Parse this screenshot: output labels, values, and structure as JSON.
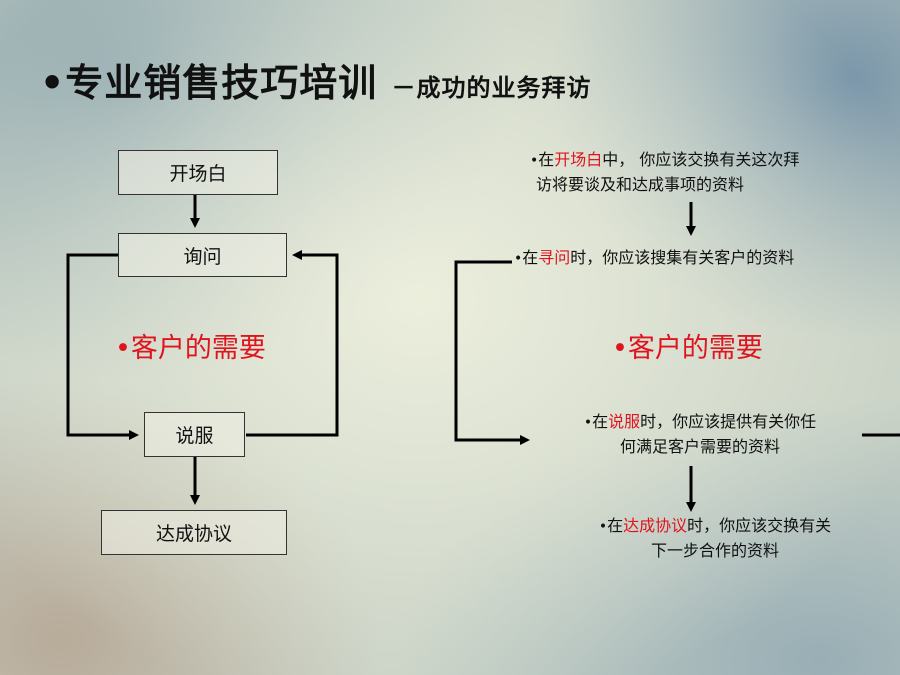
{
  "title": {
    "main": "•专业销售技巧培训",
    "sub": "－成功的业务拜访"
  },
  "flow": {
    "box1": "开场白",
    "box2": "询问",
    "box3": "说服",
    "box4": "达成协议",
    "center": "•客户的需要"
  },
  "notes": {
    "n1": {
      "pre": "在",
      "key": "开场白",
      "post1": "中， 你应该交换有关这次拜",
      "line2": "访将要谈及和达成事项的资料"
    },
    "n2": {
      "pre": "在",
      "key": "寻问",
      "post1": "时，你应该搜集有关客户的资料"
    },
    "center": "•客户的需要",
    "n3": {
      "pre": "在",
      "key": "说服",
      "post1": "时，你应该提供有关你任",
      "line2": "何满足客户需要的资料"
    },
    "n4": {
      "pre": "在",
      "key": "达成协议",
      "post1": "时，你应该交换有关",
      "line2": "下一步合作的资料"
    }
  },
  "colors": {
    "accent": "#e0141e",
    "line": "#000000"
  }
}
